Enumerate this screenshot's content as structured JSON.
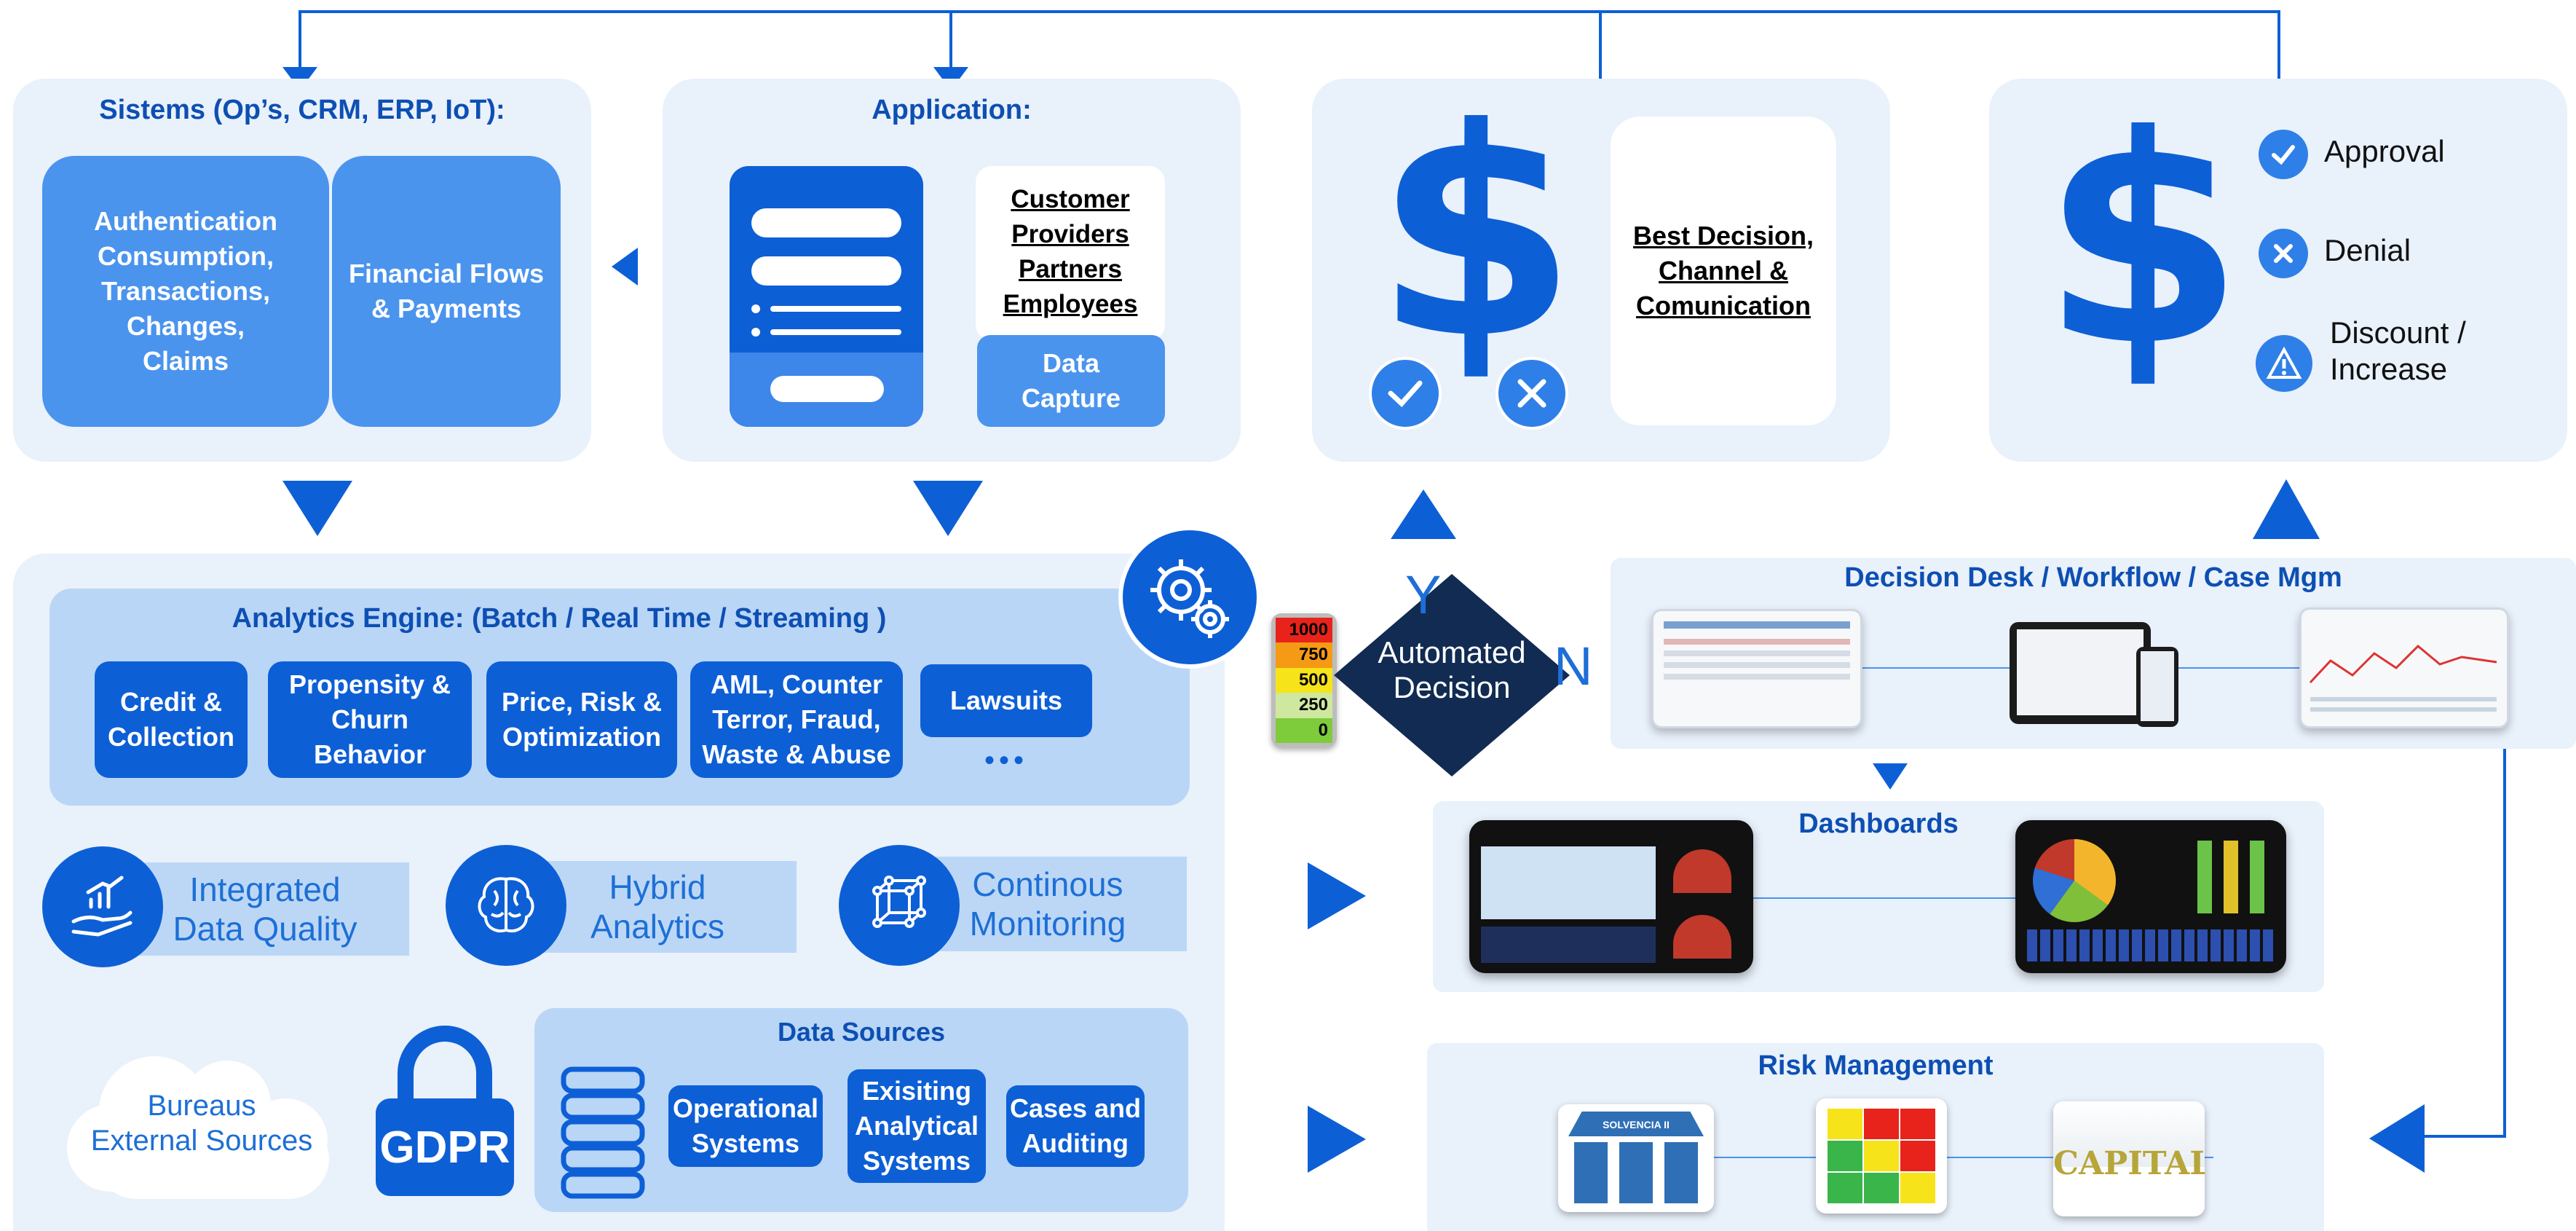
{
  "panels": {
    "sistems": {
      "title": "Sistems (Op’s, CRM, ERP, IoT):",
      "tile1": "Authentication\nConsumption,\nTransactions,\nChanges,\nClaims",
      "tile2": "Financial Flows\n& Payments"
    },
    "application": {
      "title": "Application:",
      "stakeholders": [
        "Customer",
        "Providers",
        "Partners",
        "Employees"
      ],
      "data_capture": "Data\nCapture"
    },
    "best_decision": {
      "text": "Best Decision,\nChannel &\nComunication"
    },
    "outcomes": {
      "items": [
        "Approval",
        "Denial",
        "Discount /\nIncrease"
      ]
    }
  },
  "analytics": {
    "title": "Analytics Engine: (Batch / Real Time / Streaming )",
    "models": [
      "Credit &\nCollection",
      "Propensity &\nChurn\nBehavior",
      "Price, Risk &\nOptimization",
      "AML, Counter\nTerror, Fraud,\nWaste & Abuse",
      "Lawsuits"
    ],
    "more": "•••",
    "capabilities": [
      "Integrated\nData Quality",
      "Hybrid\nAnalytics",
      "Continous\nMonitoring"
    ]
  },
  "bureaus": "Bureaus\nExternal Sources",
  "gdpr": "GDPR",
  "data_sources": {
    "title": "Data Sources",
    "items": [
      "Operational\nSystems",
      "Exisiting\nAnalytical\nSystems",
      "Cases and\nAuditing"
    ]
  },
  "decision": {
    "label": "Automated\nDecision",
    "yes": "Y",
    "no": "N",
    "scores": [
      "1000",
      "750",
      "500",
      "250",
      "0"
    ],
    "score_colors": [
      "#e8231c",
      "#f59a14",
      "#f7e31a",
      "#cfe8a0",
      "#7ecb3c"
    ]
  },
  "decision_desk": {
    "title": "Decision Desk / Workflow / Case Mgm"
  },
  "dashboards": {
    "title": "Dashboards"
  },
  "risk": {
    "title": "Risk Management",
    "solvencia": "SOLVENCIA II",
    "capital": "CAPITAL"
  },
  "icons": [
    "gears-icon",
    "hand-chart-icon",
    "brain-icon",
    "network-cube-icon",
    "database-icon",
    "padlock-icon",
    "dollar-icon",
    "check-icon",
    "x-icon",
    "warning-icon",
    "cloud-icon"
  ],
  "colors": {
    "primary": "#0d5fd6",
    "secondary": "#4a94ee",
    "panel": "#e9f1fb",
    "band": "#b9d6f7",
    "diamond": "#112b52",
    "title": "#0d4fb3"
  }
}
